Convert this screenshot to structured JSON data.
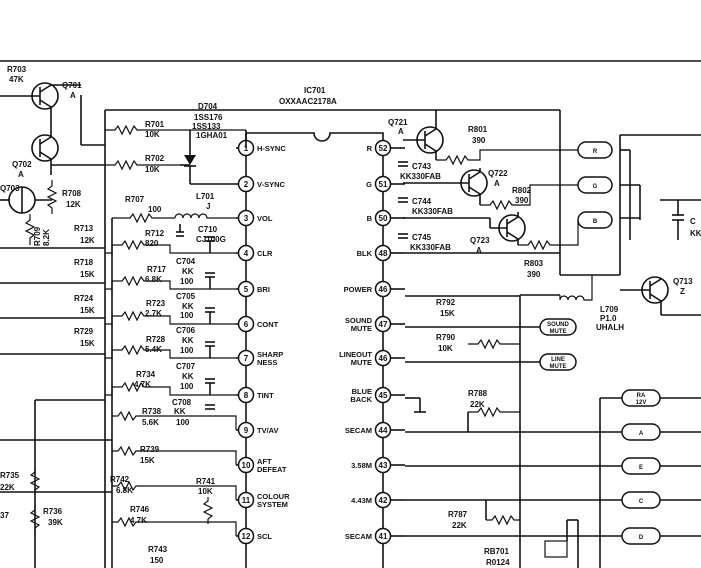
{
  "ic": {
    "ref": "IC701",
    "part": "OXXAAC2178A",
    "left_pins": [
      {
        "num": "1",
        "label": "H-SYNC"
      },
      {
        "num": "2",
        "label": "V-SYNC"
      },
      {
        "num": "3",
        "label": "VOL"
      },
      {
        "num": "4",
        "label": "CLR"
      },
      {
        "num": "5",
        "label": "BRI"
      },
      {
        "num": "6",
        "label": "CONT"
      },
      {
        "num": "7",
        "label": "SHARP NESS"
      },
      {
        "num": "8",
        "label": "TINT"
      },
      {
        "num": "9",
        "label": "TV/AV"
      },
      {
        "num": "10",
        "label": "AFT DEFEAT"
      },
      {
        "num": "11",
        "label": "COLOUR SYSTEM"
      },
      {
        "num": "12",
        "label": "SCL"
      }
    ],
    "right_pins": [
      {
        "num": "52",
        "label": "R"
      },
      {
        "num": "51",
        "label": "G"
      },
      {
        "num": "50",
        "label": "B"
      },
      {
        "num": "48",
        "label": "BLK"
      },
      {
        "num": "46",
        "label": "POWER"
      },
      {
        "num": "47",
        "label": "SOUND MUTE"
      },
      {
        "num": "46",
        "label": "LINEOUT MUTE"
      },
      {
        "num": "45",
        "label": "BLUE BACK"
      },
      {
        "num": "44",
        "label": "SECAM"
      },
      {
        "num": "43",
        "label": "3.58M"
      },
      {
        "num": "42",
        "label": "4.43M"
      },
      {
        "num": "41",
        "label": "SECAM"
      }
    ]
  },
  "components": {
    "r703": "R703",
    "r703v": "47K",
    "q701": "Q701",
    "q701t": "A",
    "q702": "Q702",
    "q702t": "A",
    "q703": "Q703",
    "r708": "R708",
    "r708v": "12K",
    "r709": "R709",
    "r709v": "8.2K",
    "r701": "R701",
    "r701v": "10K",
    "r702": "R702",
    "r702v": "10K",
    "d704": "D704",
    "d704a": "1SS176",
    "d704b": "1SS133",
    "d704c": "1GHA01",
    "r707": "R707",
    "r707v": "100",
    "l701": "L701",
    "l701v": "J",
    "c710": "C710",
    "c710v": "CJ100G",
    "r713": "R713",
    "r713v": "12K",
    "r712": "R712",
    "r712v": "820",
    "r718": "R718",
    "r718v": "15K",
    "r717": "R717",
    "r717v": "6.8K",
    "c704": "C704",
    "c704v": "KK",
    "c704n": "100",
    "r724": "R724",
    "r724v": "15K",
    "r723": "R723",
    "r723v": "2.7K",
    "c705": "C705",
    "c705v": "KK",
    "c705n": "100",
    "r729": "R729",
    "r729v": "15K",
    "r728": "R728",
    "r728v": "5.4K",
    "c706": "C706",
    "c706v": "KK",
    "c706n": "100",
    "r734": "R734",
    "r734v": "4.7K",
    "c707": "C707",
    "c707v": "KK",
    "c707n": "100",
    "r738": "R738",
    "r738v": "5.6K",
    "c708": "C708",
    "c708v": "KK",
    "c708n": "100",
    "r739": "R739",
    "r739v": "15K",
    "r735": "R735",
    "r735v": "22K",
    "r737": "37",
    "r736": "R736",
    "r736v": "39K",
    "r742": "R742",
    "r742v": "6.8K",
    "r741": "R741",
    "r741v": "10K",
    "r746": "R746",
    "r746v": "4.7K",
    "r743": "R743",
    "r743v": "150",
    "q721": "Q721",
    "q721t": "A",
    "r801": "R801",
    "r801v": "390",
    "c743": "C743",
    "c743v": "KK330FAB",
    "q722": "Q722",
    "q722t": "A",
    "r802": "R802",
    "r802v": "390",
    "c744": "C744",
    "c744v": "KK330FAB",
    "c745": "C745",
    "c745v": "KK330FAB",
    "q723": "Q723",
    "q723t": "A",
    "r803": "R803",
    "r803v": "390",
    "r792": "R792",
    "r792v": "15K",
    "r790": "R790",
    "r790v": "10K",
    "r788": "R788",
    "r788v": "22K",
    "r787": "R787",
    "r787v": "22K",
    "l709": "L709",
    "l709v": "P1.0",
    "l709w": "UHALH",
    "q713": "Q713",
    "q713t": "Z",
    "rb701": "RB701",
    "rb701v": "R0124",
    "c_right": "C",
    "kk_right": "KK"
  },
  "connectors": {
    "sound_mute": "SOUND MUTE",
    "line_mute": "LINE MUTE",
    "r": "R",
    "g": "G",
    "b": "B",
    "ra12v": "RA 12V",
    "a": "A",
    "e": "E",
    "c": "C",
    "d": "D"
  }
}
